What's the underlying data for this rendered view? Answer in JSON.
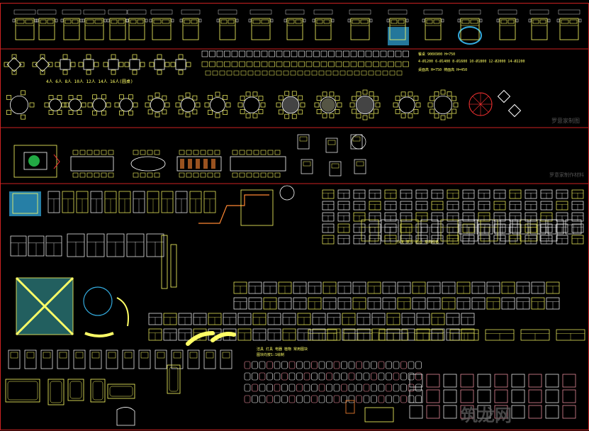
{
  "colors": {
    "background": "#000000",
    "frame": "#cc2222",
    "primary": "#ffff66",
    "secondary": "#ffffff",
    "accent_cyan": "#33aadd",
    "accent_green": "#22aa44",
    "accent_orange": "#ff8833",
    "accent_red": "#ff3333",
    "accent_pink": "#ff99aa"
  },
  "section_labels": {
    "dining_counts": "4人  6人  8人  10人  12人  14人  16人(圆桌)",
    "dining_specs_1": "餐桌 900X900  H=750",
    "dining_specs_2": "4-Ø1200 6-Ø1400 8-Ø1600 10-Ø1800 12-Ø2000 14-Ø2200",
    "dining_specs_3": "桌面高 H=750  椅面高 H=450",
    "sofa_note": "沙发 茶几 组合 常用规格",
    "misc_note_1": "洁具 灯具 电器 植物 常用图块",
    "misc_note_2": "图块均按1:1绘制"
  },
  "watermark": {
    "text_1": "罗意家制图",
    "text_2": "罗意家制作材料",
    "logo": "筑龙网"
  },
  "icons": [
    "bed-icon",
    "table-icon",
    "chair-icon",
    "sofa-icon",
    "toilet-icon",
    "bathtub-icon",
    "piano-icon",
    "plant-icon"
  ]
}
